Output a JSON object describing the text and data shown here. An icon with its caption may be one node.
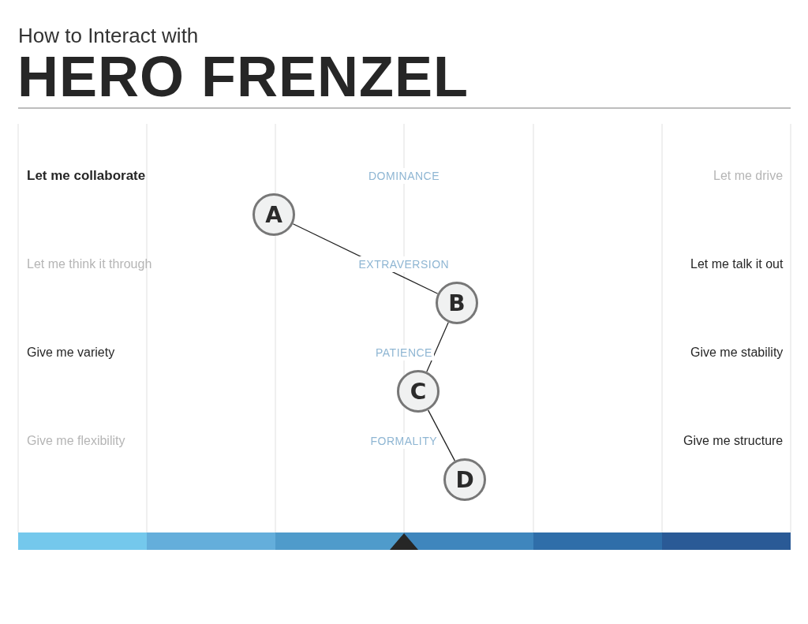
{
  "diagram": {
    "title": "HERO FRENZEL",
    "nodes": [
      {
        "text": [
          "A"
        ]
      },
      {
        "text": [
          "B"
        ]
      },
      {
        "text": [
          "C"
        ]
      },
      {
        "text": [
          "D"
        ]
      }
    ],
    "edges": [
      {
        "from": 0,
        "to": 1,
        "arrow": "none"
      },
      {
        "from": 1,
        "to": 2,
        "arrow": "none"
      },
      {
        "from": 2,
        "to": 3,
        "arrow": "none"
      }
    ],
    "labels": [
      "How to Interact with",
      "Let me collaborate",
      "DOMINANCE",
      "Let me drive",
      "Let me think it through",
      "EXTRAVERSION",
      "Let me talk it out",
      "Give me variety",
      "PATIENCE",
      "Give me stability",
      "Give me flexibility",
      "FORMALITY",
      "Give me structure"
    ]
  }
}
